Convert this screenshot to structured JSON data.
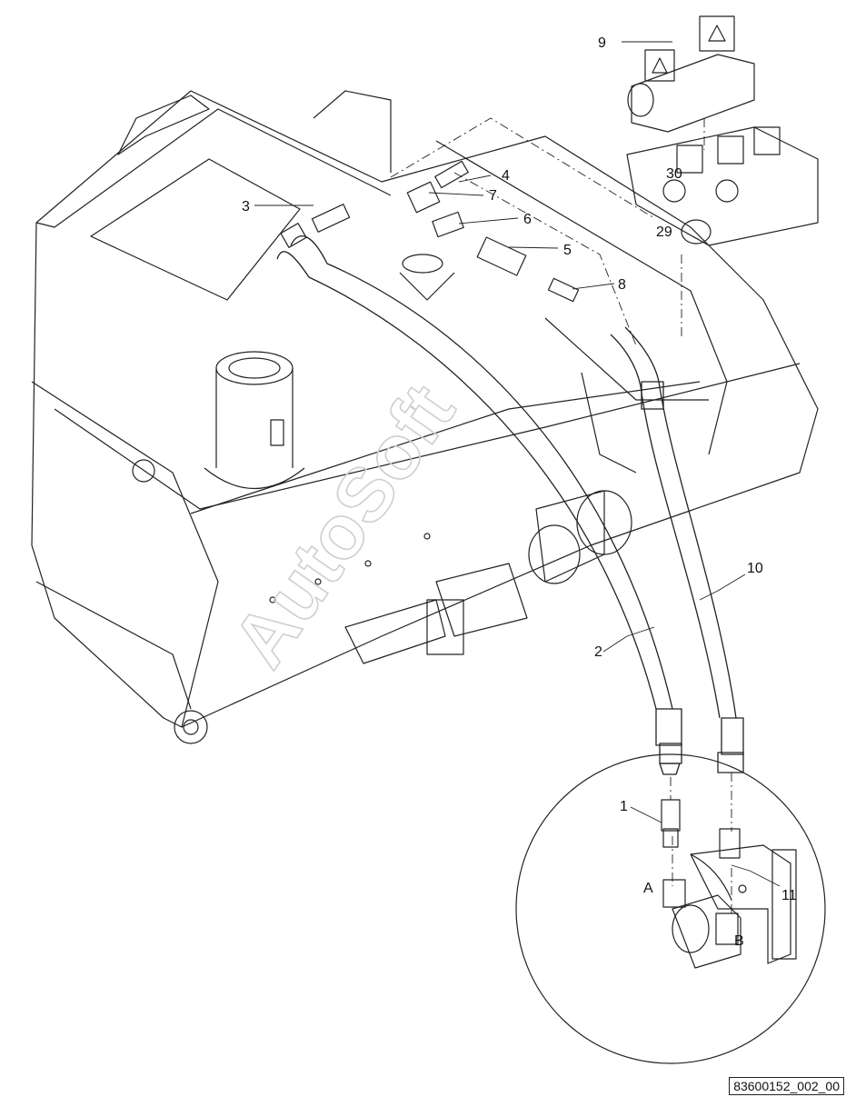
{
  "watermark": "AutoSoft",
  "drawing_ref": "83600152_002_00",
  "callouts": {
    "c1": "1",
    "c2": "2",
    "c3": "3",
    "c4": "4",
    "c5": "5",
    "c6": "6",
    "c7": "7",
    "c8": "8",
    "c9": "9",
    "c10": "10",
    "c11": "11",
    "c29": "29",
    "c30": "30",
    "cA": "A",
    "cB": "B"
  }
}
